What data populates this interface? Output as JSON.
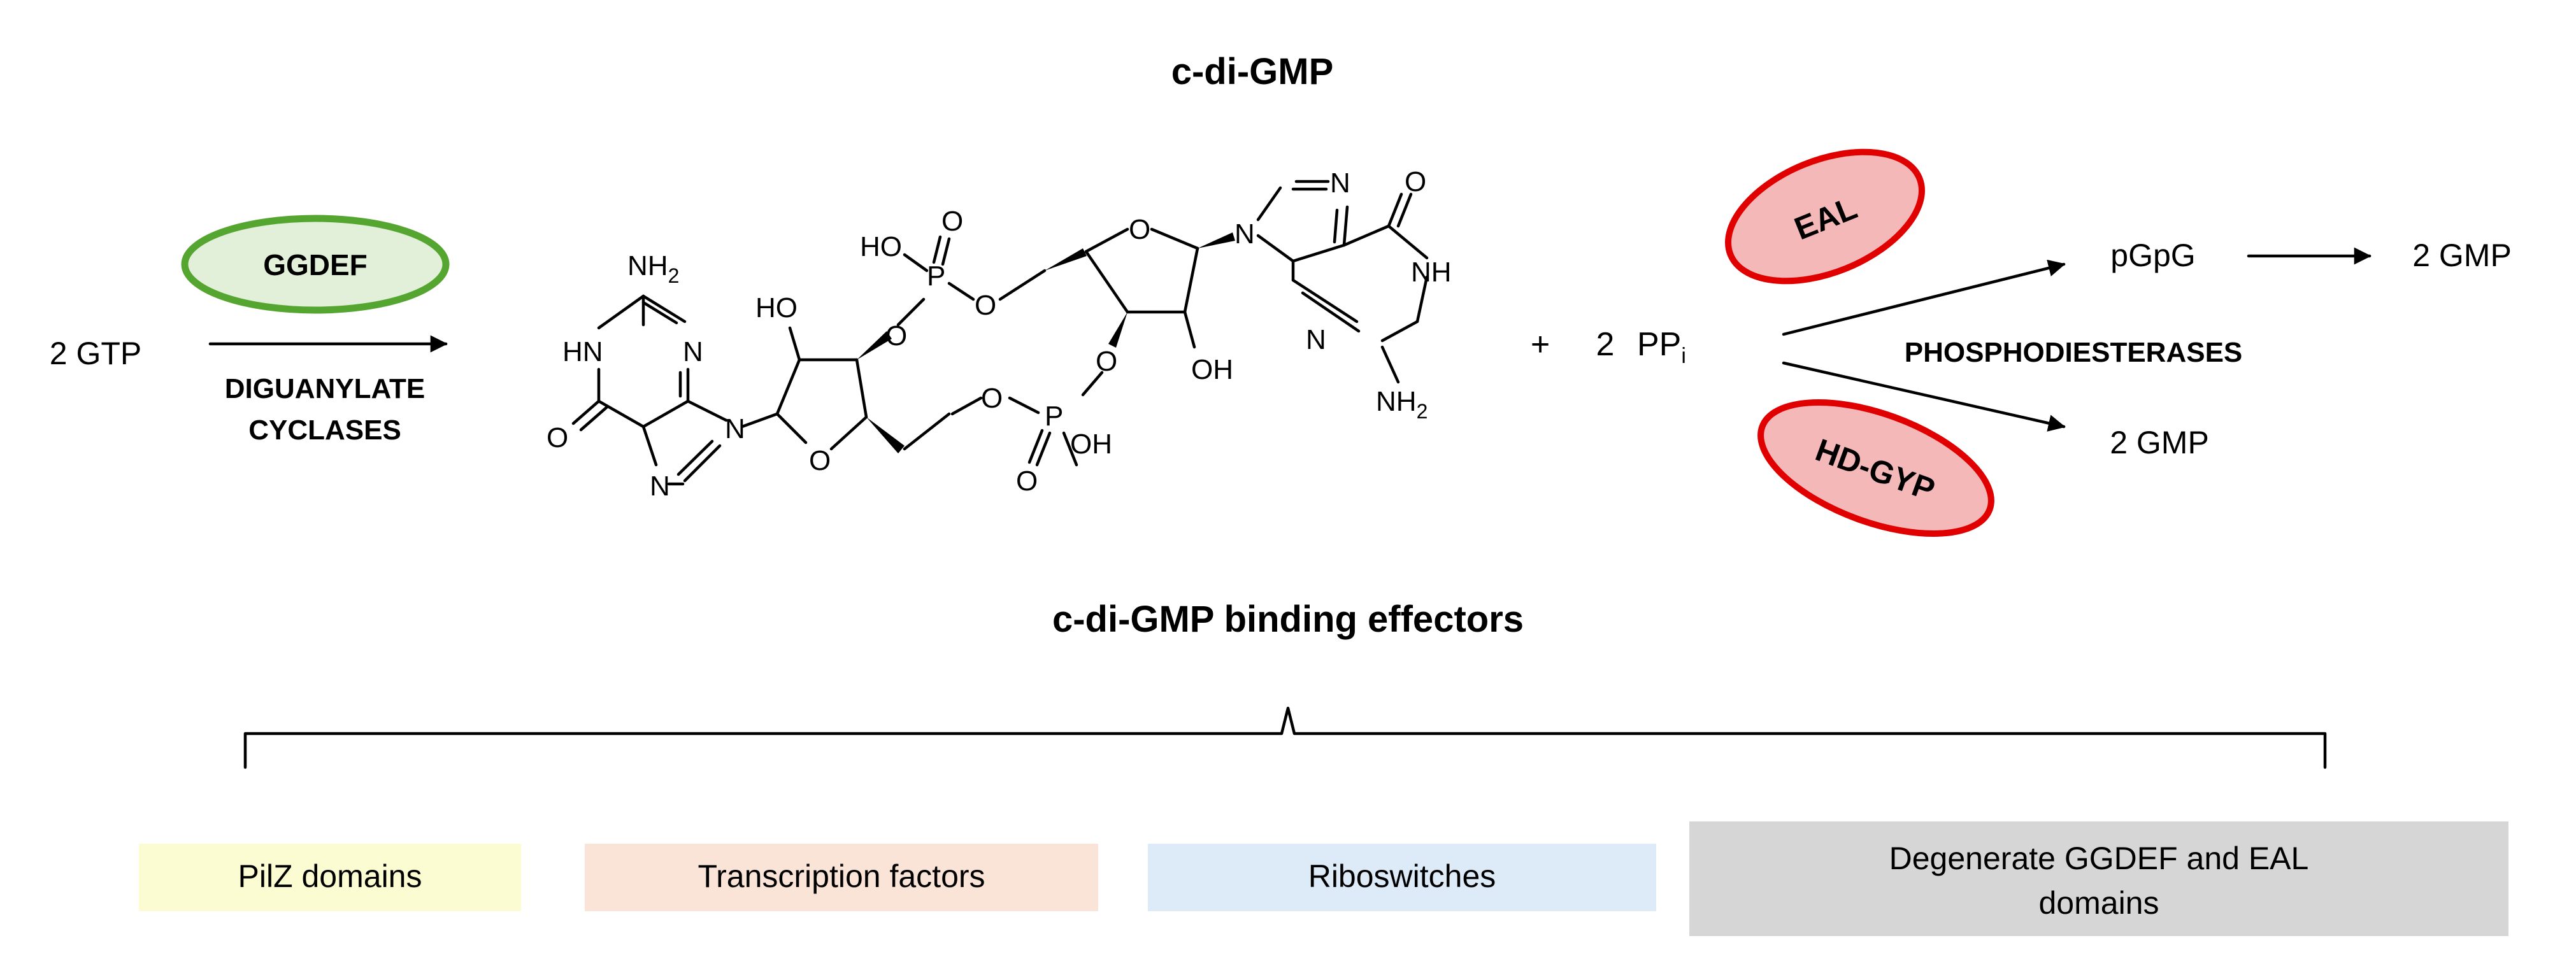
{
  "title": "c-di-GMP",
  "reaction": {
    "substrate": "2 GTP",
    "synthesis_enzyme": "GGDEF",
    "synthesis_label_line1": "DIGUANYLATE",
    "synthesis_label_line2": "CYCLASES",
    "plus": "+",
    "byproduct_coef": "2",
    "byproduct_main": "PP",
    "byproduct_sub": "i"
  },
  "degradation": {
    "enzyme_top": "EAL",
    "enzyme_bottom": "HD-GYP",
    "product_top": "pGpG",
    "product_top_final": "2 GMP",
    "product_bottom": "2 GMP",
    "label": "PHOSPHODIESTERASES"
  },
  "molecule_atoms": {
    "nh2_top_left": "NH",
    "nh2_top_left_sub": "2",
    "hn_left": "HN",
    "n_left_ring_top": "N",
    "n_left_ring_right": "N",
    "n_left_ring_bottom": "N",
    "o_left_carbonyl": "O",
    "ho_left_sugar": "HO",
    "o_left_sugar_ring": "O",
    "o_left_phosphate_ester": "O",
    "p_left": "P",
    "ho_left_phosphate": "HO",
    "o_left_phosphate_dbl": "O",
    "o_left_phosphate_5prime": "O",
    "o_right_sugar_ring": "O",
    "n_right_ring_link": "N",
    "n_right_ring_top": "N",
    "o_right_carbonyl": "O",
    "nh_right": "NH",
    "n_right_ring_bottom": "N",
    "nh2_bottom_right": "NH",
    "nh2_bottom_right_sub": "2",
    "oh_right_sugar": "OH",
    "o_right_phosphate_ester": "O",
    "p_right": "P",
    "o_right_phosphate_5prime": "O",
    "o_right_phosphate_dbl": "O",
    "oh_right_phosphate": "OH"
  },
  "effectors_title": "c-di-GMP binding effectors",
  "effectors": [
    {
      "label_line1": "PilZ domains",
      "label_line2": "",
      "color": "#fcfcd2"
    },
    {
      "label_line1": "Transcription factors",
      "label_line2": "",
      "color": "#fae3d7"
    },
    {
      "label_line1": "Riboswitches",
      "label_line2": "",
      "color": "#ddeaf7"
    },
    {
      "label_line1": "Degenerate GGDEF and EAL",
      "label_line2": "domains",
      "color": "#d6d6d6"
    }
  ],
  "colors": {
    "ggdef_fill": "#e2f0d9",
    "ggdef_stroke": "#55a630",
    "pde_fill": "#f4b8b8",
    "pde_stroke": "#e00000"
  }
}
